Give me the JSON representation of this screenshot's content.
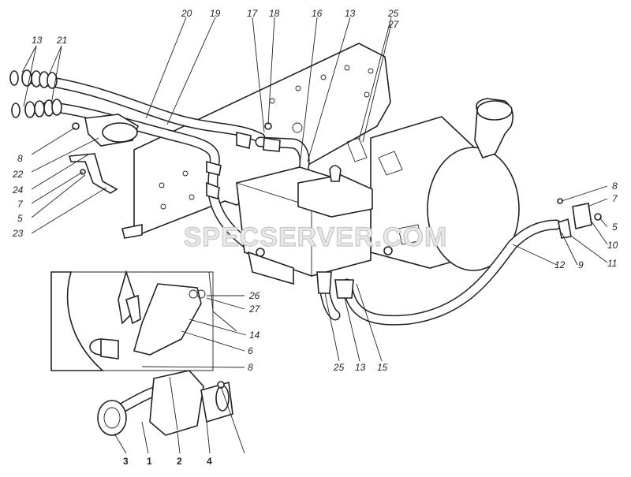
{
  "watermark": "SPECSERVER.COM",
  "labels": {
    "l20": "20",
    "l19": "19",
    "l17": "17",
    "l18": "18",
    "l16": "16",
    "l13top": "13",
    "l25top": "25",
    "l27top": "27",
    "l13left": "13",
    "l21": "21",
    "l8left": "8",
    "l22": "22",
    "l24": "24",
    "l7left": "7",
    "l5left": "5",
    "l23": "23",
    "l8right": "8",
    "l7right": "7",
    "l5right": "5",
    "l10": "10",
    "l11": "11",
    "l12": "12",
    "l9": "9",
    "l26": "26",
    "l27mid": "27",
    "l14": "14",
    "l6": "6",
    "l8mid": "8",
    "l25bot": "25",
    "l13bot": "13",
    "l15": "15",
    "l3": "3",
    "l1": "1",
    "l2": "2",
    "l4": "4"
  }
}
